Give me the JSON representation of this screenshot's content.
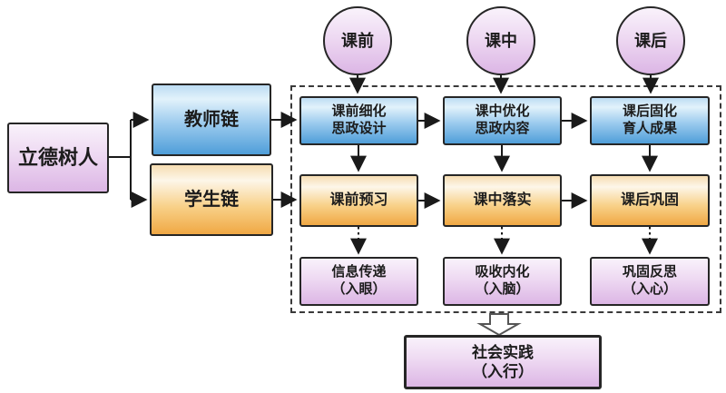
{
  "diagram": {
    "root": {
      "label": "立德树人"
    },
    "chains": {
      "teacher": {
        "label": "教师链"
      },
      "student": {
        "label": "学生链"
      }
    },
    "phases": {
      "pre": {
        "label": "课前"
      },
      "mid": {
        "label": "课中"
      },
      "post": {
        "label": "课后"
      }
    },
    "teacher_steps": [
      "课前细化\n思政设计",
      "课中优化\n思政内容",
      "课后固化\n育人成果"
    ],
    "student_steps": [
      "课前预习",
      "课中落实",
      "课后巩固"
    ],
    "outcomes": [
      "信息传递\n（入眼）",
      "吸收内化\n（入脑）",
      "巩固反思\n（入心）"
    ],
    "practice": {
      "label": "社会实践\n（入行）"
    }
  },
  "colors": {
    "purple_light": "#f9f2fb",
    "purple_dark": "#dcb6e5",
    "blue_light": "#d9edfa",
    "blue_dark": "#4f9ed9",
    "orange_light": "#fdf5e7",
    "orange_dark": "#f0a844",
    "box_border": "#262626",
    "arrow": "#1a1a1a",
    "frame_border": "#3a3a3a"
  }
}
